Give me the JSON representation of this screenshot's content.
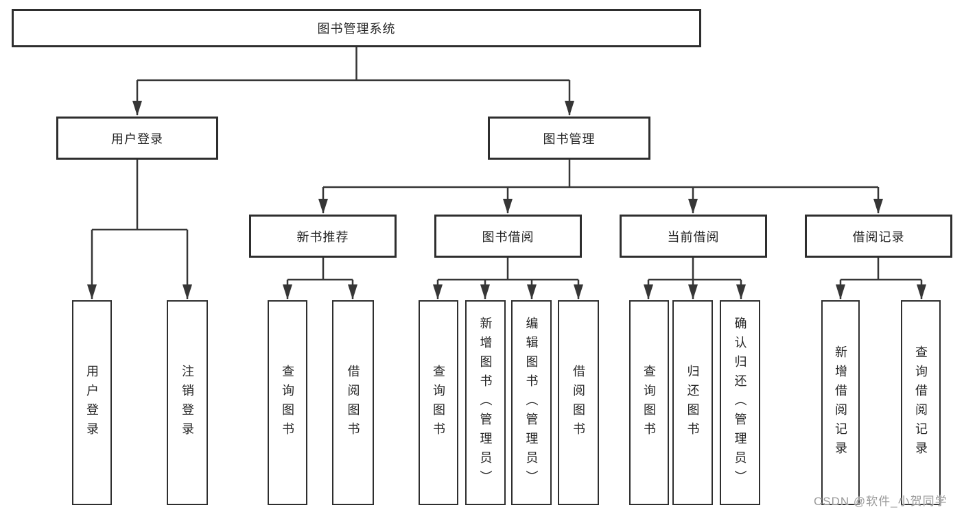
{
  "diagram": {
    "title_node": "图书管理系统",
    "level2": {
      "user_login": "用户登录",
      "book_management": "图书管理"
    },
    "level3": {
      "new_book_recommend": "新书推荐",
      "book_borrowing": "图书借阅",
      "current_borrowing": "当前借阅",
      "borrowing_records": "借阅记录"
    },
    "leaves": {
      "user_login": "用户登录",
      "logout": "注销登录",
      "recommend_query_books": "查询图书",
      "recommend_borrow_books": "借阅图书",
      "borrowing_query_books": "查询图书",
      "borrowing_add_books": "新增图书（管理员）",
      "borrowing_edit_books": "编辑图书（管理员）",
      "borrowing_borrow_books": "借阅图书",
      "current_query_books": "查询图书",
      "current_return_books": "归还图书",
      "current_confirm_return": "确认归还（管理员）",
      "records_add_record": "新增借阅记录",
      "records_query_record": "查询借阅记录"
    }
  },
  "watermark": "CSDN @软件_小贺同学",
  "colors": {
    "background": "#ffffff",
    "box_border": "#2e2e2e",
    "line": "#363636",
    "text": "#262626",
    "watermark": "#9a9a9a"
  }
}
